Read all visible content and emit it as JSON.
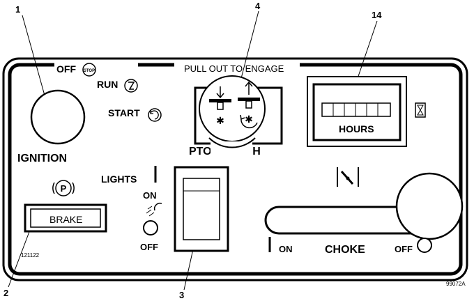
{
  "callouts": {
    "ignition": "1",
    "brake": "2",
    "lights": "3",
    "pto": "4",
    "hours": "14"
  },
  "top_label": "PULL OUT TO ENGAGE",
  "ignition": {
    "off": "OFF",
    "off_icon": "STOP",
    "run": "RUN",
    "start": "START",
    "label": "IGNITION"
  },
  "pto": {
    "label": "PTO CLUTCH"
  },
  "hourmeter": {
    "label": "HOURS"
  },
  "lights": {
    "label": "LIGHTS",
    "on": "ON",
    "off": "OFF"
  },
  "brake": {
    "label": "BRAKE"
  },
  "choke": {
    "label": "CHOKE",
    "on": "ON",
    "off": "OFF"
  },
  "codes": {
    "part": "121122",
    "figure": "99072A"
  },
  "icons": {
    "parking_brake": "parking-brake-icon",
    "hourglass": "hourglass-icon",
    "headlight": "headlight-icon",
    "throttle": "throttle-icon"
  }
}
